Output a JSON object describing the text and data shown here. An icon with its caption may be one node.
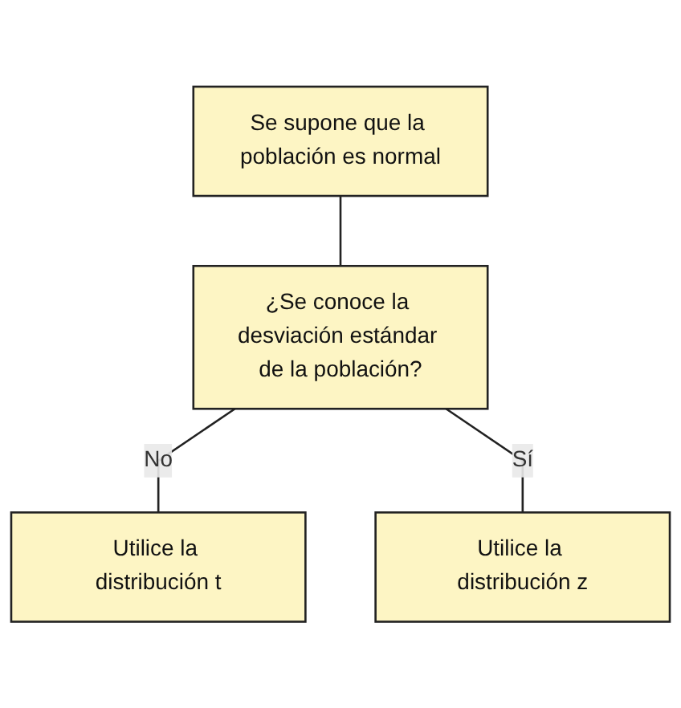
{
  "diagram": {
    "nodes": [
      {
        "text": [
          "Se supone que la población es normal"
        ]
      },
      {
        "text": [
          "¿Se conoce la desviación estándar de la población?"
        ]
      },
      {
        "text": [
          "Utilice la distribución t"
        ]
      },
      {
        "text": [
          "Utilice la distribución z"
        ]
      }
    ],
    "edges": [
      {
        "from": 0,
        "to": 1,
        "arrow": "none"
      },
      {
        "from": 1,
        "to": 2,
        "arrow": "none",
        "label": "No"
      },
      {
        "from": 1,
        "to": 3,
        "arrow": "none",
        "label": "Sí"
      }
    ]
  }
}
